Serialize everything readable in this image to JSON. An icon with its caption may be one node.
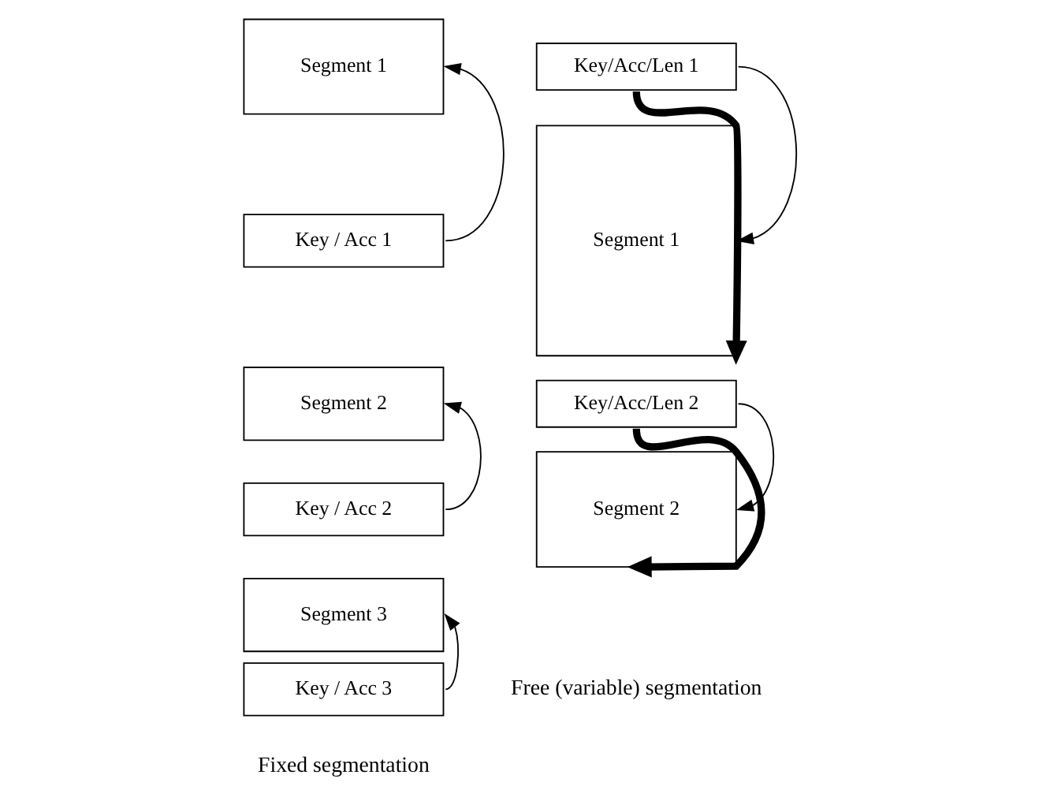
{
  "diagram": {
    "nodes": [
      {
        "text": [
          "Segment 1"
        ]
      },
      {
        "text": [
          "Key / Acc 1"
        ]
      },
      {
        "text": [
          "Segment 2"
        ]
      },
      {
        "text": [
          "Key / Acc 2"
        ]
      },
      {
        "text": [
          "Segment 3"
        ]
      },
      {
        "text": [
          "Key / Acc 3"
        ]
      },
      {
        "text": [
          "Key/Acc/Len 1"
        ]
      },
      {
        "text": [
          "Segment 1"
        ]
      },
      {
        "text": [
          "Key/Acc/Len 2"
        ]
      },
      {
        "text": [
          "Segment 2"
        ]
      }
    ],
    "edges": [
      {
        "from": 1,
        "to": 0,
        "arrow": "to"
      },
      {
        "from": 3,
        "to": 2,
        "arrow": "to"
      },
      {
        "from": 5,
        "to": 4,
        "arrow": "to"
      },
      {
        "from": 6,
        "to": 7,
        "arrow": "to"
      },
      {
        "from": 6,
        "to": 7,
        "arrow": "to",
        "style": "thick"
      },
      {
        "from": 8,
        "to": 9,
        "arrow": "to"
      },
      {
        "from": 8,
        "to": 9,
        "arrow": "to",
        "style": "thick"
      }
    ],
    "labels": [
      "Fixed segmentation",
      "Free (variable) segmentation"
    ]
  }
}
